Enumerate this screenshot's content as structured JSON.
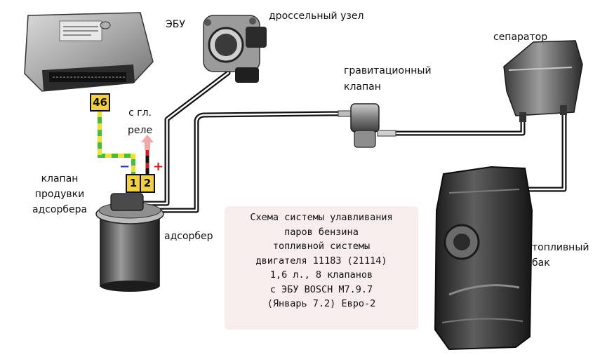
{
  "labels": {
    "ecu": "ЭБУ",
    "throttle": "дроссельный узел",
    "gravity_valve": [
      "гравитационный",
      "клапан"
    ],
    "separator": "сепаратор",
    "main_relay": [
      "с гл.",
      "реле"
    ],
    "purge_valve": [
      "клапан",
      "продувки",
      "адсорбера"
    ],
    "adsorber": "адсорбер",
    "fuel_tank": [
      "топливный",
      "бак"
    ]
  },
  "pins": {
    "ecu_pin": "46",
    "valve_pin_1": "1",
    "valve_pin_2": "2"
  },
  "signs": {
    "minus": "−",
    "plus": "+"
  },
  "caption": [
    "Схема системы улавливания",
    "паров бензина",
    "топливной системы",
    "двигателя 11183 (21114)",
    "1,6 л., 8 клапанов",
    "с ЭБУ BOSCH M7.9.7",
    "(Январь 7.2) Евро-2"
  ],
  "colors": {
    "pin_fill": "#f2cf4a",
    "wire_green": "#4dbb3a",
    "wire_yellow": "#e8e23a",
    "minus_blue": "#1f3a9e",
    "plus_red": "#d21c1c",
    "relay_arrow": "#f0a8a8",
    "caption_bg": "#f7eded"
  }
}
